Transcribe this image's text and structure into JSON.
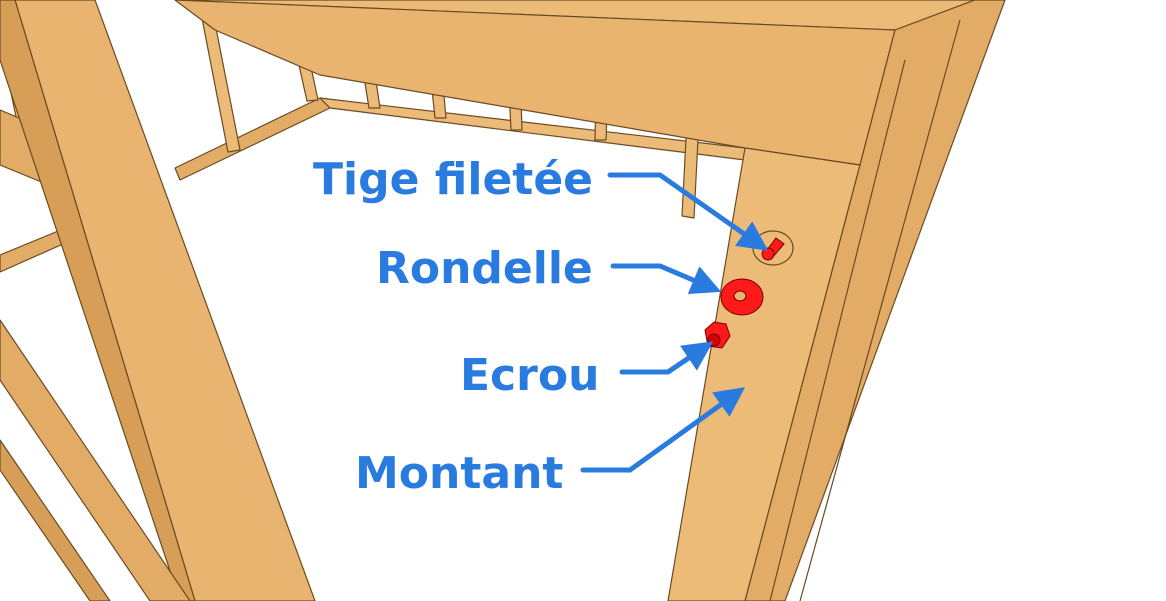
{
  "labels": {
    "tige": "Tige filetée",
    "rondelle": "Rondelle",
    "ecrou": "Ecrou",
    "montant": "Montant"
  },
  "colors": {
    "wood_light": "#EDBB78",
    "wood_mid": "#E3AC66",
    "wood_dark": "#D79E58",
    "edge": "#6b4a22",
    "hardware": "#FF1A1A",
    "label": "#2A7BE0"
  }
}
